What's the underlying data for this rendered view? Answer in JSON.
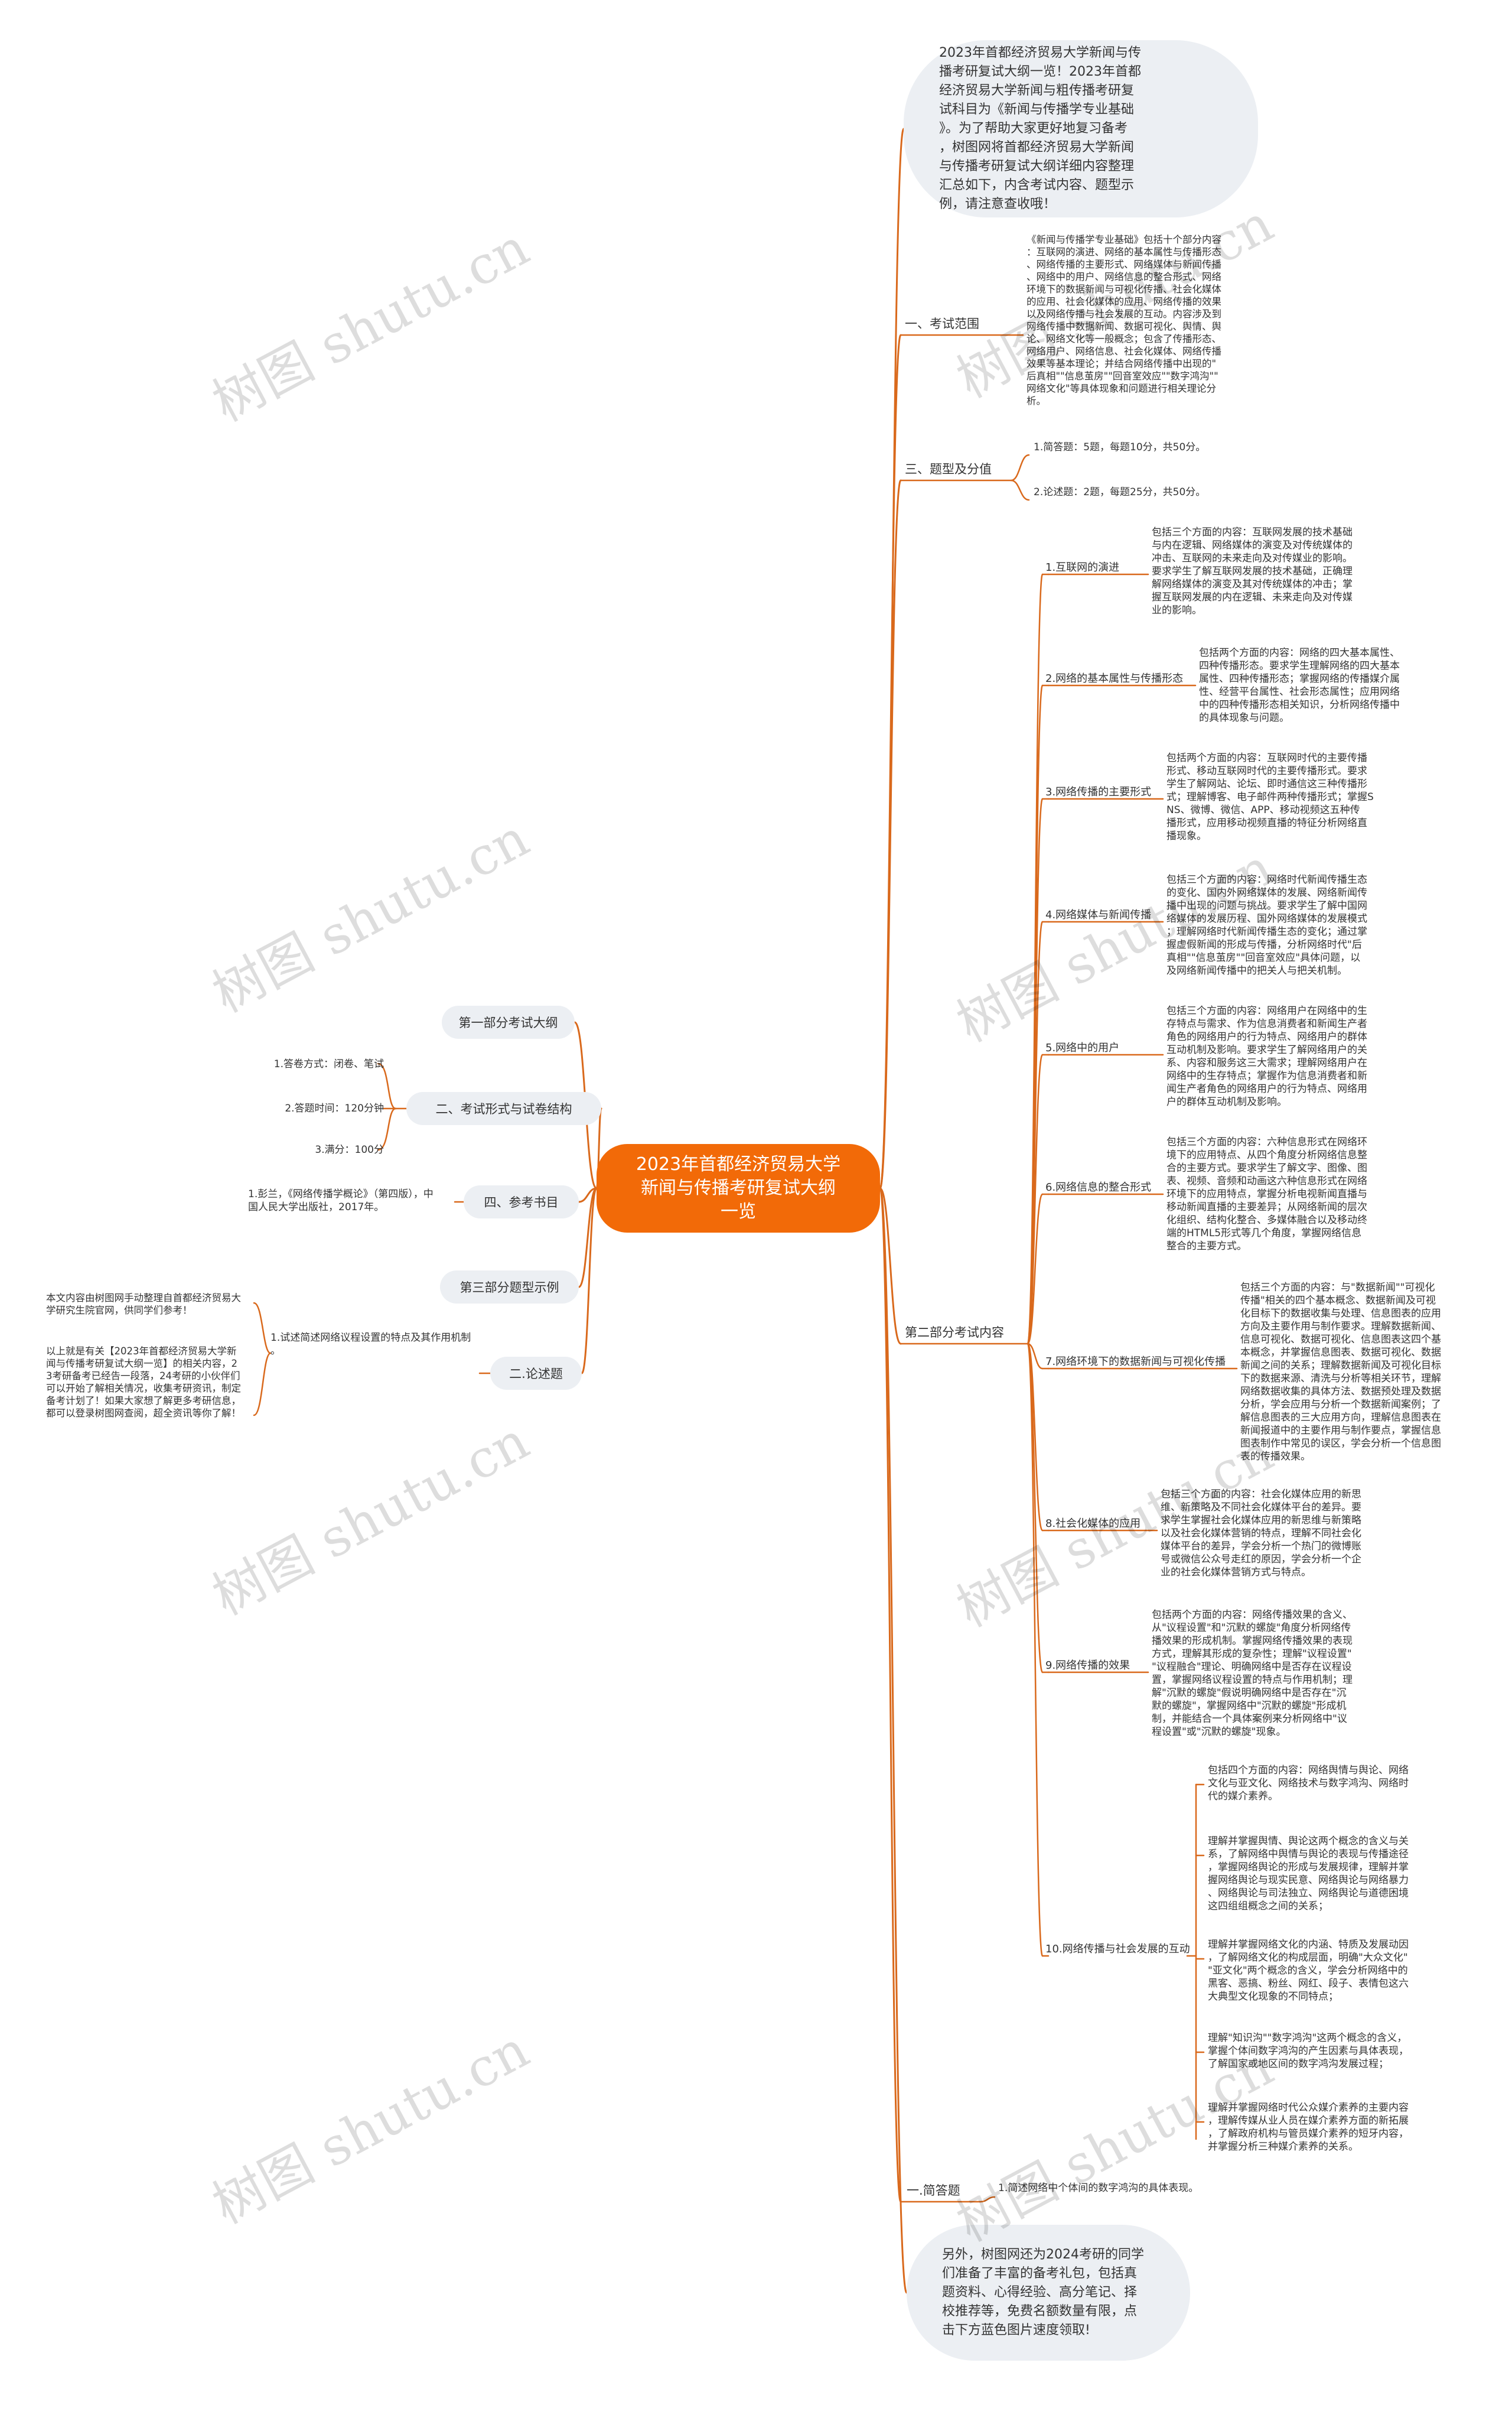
{
  "root": {
    "title": "2023年首都经济贸易大学\n新闻与传播考研复试大纲\n一览"
  },
  "right": {
    "intro": "2023年首都经济贸易大学新闻与传\n播考研复试大纲一览！2023年首都\n经济贸易大学新闻与粗传播考研复\n试科目为《新闻与传播学专业基础\n》。为了帮助大家更好地复习备考\n，树图网将首都经济贸易大学新闻\n与传播考研复试大纲详细内容整理\n汇总如下，内含考试内容、题型示\n例，请注意查收哦！",
    "scope": {
      "label": "一、考试范围",
      "text": "《新闻与传播学专业基础》包括十个部分内容\n：互联网的演进、网络的基本属性与传播形态\n、网络传播的主要形式、网络媒体与新闻传播\n、网络中的用户、网络信息的整合形式、网络\n环境下的数据新闻与可视化传播、社会化媒体\n的应用、社会化媒体的应用、网络传播的效果\n以及网络传播与社会发展的互动。内容涉及到\n网络传播中数据新闻、数据可视化、舆情、舆\n论、网络文化等一般概念；包含了传播形态、\n网络用户、网络信息、社会化媒体、网络传播\n效果等基本理论；并结合网络传播中出现的\"\n后真相\"\"信息茧房\"\"回音室效应\"\"数字鸿沟\"\"\n网络文化\"等具体现象和问题进行相关理论分\n析。"
    },
    "types": {
      "label": "三、题型及分值",
      "items": [
        "1.简答题：5题，每题10分，共50分。",
        "2.论述题：2题，每题25分，共50分。"
      ]
    },
    "part2": {
      "label": "第二部分考试内容",
      "items": [
        {
          "label": "1.互联网的演进",
          "texts": [
            "包括三个方面的内容：互联网发展的技术基础\n与内在逻辑、网络媒体的演变及对传统媒体的\n冲击、互联网的未来走向及对传媒业的影响。\n要求学生了解互联网发展的技术基础，正确理\n解网络媒体的演变及其对传统媒体的冲击；掌\n握互联网发展的内在逻辑、未来走向及对传媒\n业的影响。"
          ]
        },
        {
          "label": "2.网络的基本属性与传播形态",
          "texts": [
            "包括两个方面的内容：网络的四大基本属性、\n四种传播形态。要求学生理解网络的四大基本\n属性、四种传播形态；掌握网络的传播媒介属\n性、经营平台属性、社会形态属性；应用网络\n中的四种传播形态相关知识，分析网络传播中\n的具体现象与问题。"
          ]
        },
        {
          "label": "3.网络传播的主要形式",
          "texts": [
            "包括两个方面的内容：互联网时代的主要传播\n形式、移动互联网时代的主要传播形式。要求\n学生了解网站、论坛、即时通信这三种传播形\n式；理解博客、电子邮件两种传播形式；掌握S\nNS、微博、微信、APP、移动视频这五种传\n播形式，应用移动视频直播的特征分析网络直\n播现象。"
          ]
        },
        {
          "label": "4.网络媒体与新闻传播",
          "texts": [
            "包括三个方面的内容：网络时代新闻传播生态\n的变化、国内外网络媒体的发展、网络新闻传\n播中出现的问题与挑战。要求学生了解中国网\n络媒体的发展历程、国外网络媒体的发展模式\n；理解网络时代新闻传播生态的变化；通过掌\n握虚假新闻的形成与传播，分析网络时代\"后\n真相\"\"信息茧房\"\"回音室效应\"具体问题，以\n及网络新闻传播中的把关人与把关机制。"
          ]
        },
        {
          "label": "5.网络中的用户",
          "texts": [
            "包括三个方面的内容：网络用户在网络中的生\n存特点与需求、作为信息消费者和新闻生产者\n角色的网络用户的行为特点、网络用户的群体\n互动机制及影响。要求学生了解网络用户的关\n系、内容和服务这三大需求；理解网络用户在\n网络中的生存特点；掌握作为信息消费者和新\n闻生产者角色的网络用户的行为特点、网络用\n户的群体互动机制及影响。"
          ]
        },
        {
          "label": "6.网络信息的整合形式",
          "texts": [
            "包括三个方面的内容：六种信息形式在网络环\n境下的应用特点、从四个角度分析网络信息整\n合的主要方式。要求学生了解文字、图像、图\n表、视频、音频和动画这六种信息形式在网络\n环境下的应用特点，掌握分析电视新闻直播与\n移动新闻直播的主要差异；从网络新闻的层次\n化组织、结构化整合、多媒体融合以及移动终\n端的HTML5形式等几个角度，掌握网络信息\n整合的主要方式。"
          ]
        },
        {
          "label": "7.网络环境下的数据新闻与可视化传播",
          "texts": [
            "包括三个方面的内容：与\"数据新闻\"\"可视化\n传播\"相关的四个基本概念、数据新闻及可视\n化目标下的数据收集与处理、信息图表的应用\n方向及主要作用与制作要求。理解数据新闻、\n信息可视化、数据可视化、信息图表这四个基\n本概念，并掌握信息图表、数据可视化、数据\n新闻之间的关系；理解数据新闻及可视化目标\n下的数据来源、清洗与分析等相关环节，理解\n网络数据收集的具体方法、数据预处理及数据\n分析，学会应用与分析一个数据新闻案例；了\n解信息图表的三大应用方向，理解信息图表在\n新闻报道中的主要作用与制作要点，掌握信息\n图表制作中常见的误区，学会分析一个信息图\n表的传播效果。"
          ]
        },
        {
          "label": "8.社会化媒体的应用",
          "texts": [
            "包括三个方面的内容：社会化媒体应用的新思\n维、新策略及不同社会化媒体平台的差异。要\n求学生掌握社会化媒体应用的新思维与新策略\n以及社会化媒体营销的特点，理解不同社会化\n媒体平台的差异，学会分析一个热门的微博账\n号或微信公众号走红的原因，学会分析一个企\n业的社会化媒体营销方式与特点。"
          ]
        },
        {
          "label": "9.网络传播的效果",
          "texts": [
            "包括两个方面的内容：网络传播效果的含义、\n从\"议程设置\"和\"沉默的螺旋\"角度分析网络传\n播效果的形成机制。掌握网络传播效果的表现\n方式，理解其形成的复杂性；理解\"议程设置\"\n\"议程融合\"理论、明确网络中是否存在议程设\n置，掌握网络议程设置的特点与作用机制；理\n解\"沉默的螺旋\"假说明确网络中是否存在\"沉\n默的螺旋\"，掌握网络中\"沉默的螺旋\"形成机\n制，并能结合一个具体案例来分析网络中\"议\n程设置\"或\"沉默的螺旋\"现象。"
          ]
        },
        {
          "label": "10.网络传播与社会发展的互动",
          "texts": [
            "包括四个方面的内容：网络舆情与舆论、网络\n文化与亚文化、网络技术与数字鸿沟、网络时\n代的媒介素养。",
            "理解并掌握舆情、舆论这两个概念的含义与关\n系，了解网络中舆情与舆论的表现与传播途径\n，掌握网络舆论的形成与发展规律，理解并掌\n握网络舆论与现实民意、网络舆论与网络暴力\n、网络舆论与司法独立、网络舆论与道德困境\n这四组组概念之间的关系；",
            "理解并掌握网络文化的内涵、特质及发展动因\n，了解网络文化的构成层面，明确\"大众文化\"\n\"亚文化\"两个概念的含义，学会分析网络中的\n黑客、恶搞、粉丝、网红、段子、表情包这六\n大典型文化现象的不同特点；",
            "理解\"知识沟\"\"数字鸿沟\"这两个概念的含义，\n掌握个体间数字鸿沟的产生因素与具体表现，\n了解国家或地区间的数字鸿沟发展过程；",
            "理解并掌握网络时代公众媒介素养的主要内容\n，理解传媒从业人员在媒介素养方面的新拓展\n，了解政府机构与管员媒介素养的短牙内容，\n并掌握分析三种媒介素养的关系。"
          ]
        }
      ]
    },
    "short": {
      "label": "一.简答题",
      "item": "1.简述网络中个体间的数字鸿沟的具体表现。"
    },
    "outro": "另外，树图网还为2024考研的同学\n们准备了丰富的备考礼包，包括真\n题资料、心得经验、高分笔记、择\n校推荐等，免费名额数量有限，点\n击下方蓝色图片速度领取!"
  },
  "left": {
    "part1": {
      "label": "第一部分考试大纲"
    },
    "form": {
      "label": "二、考试形式与试卷结构",
      "items": [
        "1.答卷方式：闭卷、笔试",
        "2.答题时间：120分钟",
        "3.满分：100分"
      ]
    },
    "books": {
      "label": "四、参考书目",
      "text": "1.彭兰，《网络传播学概论》（第四版），中\n国人民大学出版社，2017年。"
    },
    "part3": {
      "label": "第三部分题型示例"
    },
    "essay": {
      "label": "二.论述题",
      "item": "1.试述简述网络议程设置的特点及其作用机制\n。",
      "notes": [
        "本文内容由树图网手动整理自首都经济贸易大\n学研究生院官网，供同学们参考！",
        "以上就是有关【2023年首都经济贸易大学新\n闻与传播考研复试大纲一览】的相关内容，2\n3考研备考已经告一段落，24考研的小伙伴们\n可以开始了解相关情况，收集考研资讯，制定\n备考计划了！如果大家想了解更多考研信息，\n都可以登录树图网查阅，超全资讯等你了解！"
      ]
    }
  },
  "watermark": "树图 shutu.cn",
  "colors": {
    "root": "#f26a08",
    "line": "#d9691c",
    "pill": "#eceff3"
  }
}
